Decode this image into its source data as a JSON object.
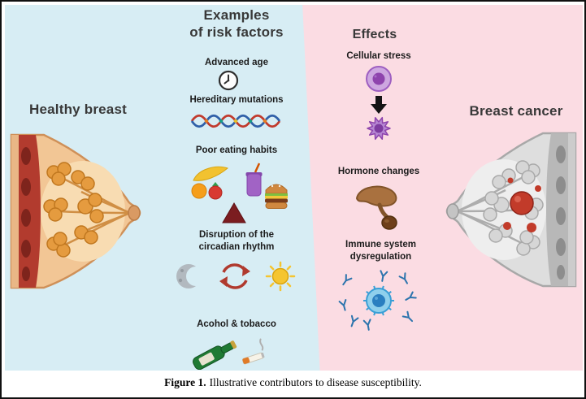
{
  "figure": {
    "caption": {
      "label": "Figure 1.",
      "text": "Illustrative contributors to disease susceptibility."
    }
  },
  "panels": {
    "left_title": "Healthy breast",
    "right_title": "Breast cancer"
  },
  "risk_factors": {
    "title": [
      "Examples",
      "of risk factors"
    ],
    "items": [
      {
        "label": "Advanced age",
        "icon": "clock-icon"
      },
      {
        "label": "Hereditary mutations",
        "icon": "dna-helix-icon"
      },
      {
        "label": "Poor eating habits",
        "icon": "junk-food-icon"
      },
      {
        "label": [
          "Disruption of the",
          "circadian rhythm"
        ],
        "icon": "circadian-cycle-icon"
      },
      {
        "label": "Acohol & tobacco",
        "icon": "bottle-cigarette-icon"
      }
    ]
  },
  "effects": {
    "title": "Effects",
    "items": [
      {
        "label": "Cellular stress",
        "icon": "stressed-cell-icon"
      },
      {
        "label": "Hormone changes",
        "icon": "hormone-gland-icon"
      },
      {
        "label": [
          "Immune system",
          "dysregulation"
        ],
        "icon": "immune-cell-antibody-icon"
      }
    ]
  },
  "colors": {
    "background_left": "#d7edf4",
    "background_right": "#fbdce3",
    "heading_text": "#383838",
    "dna_red": "#c13a2c",
    "dna_blue": "#2f5fa8",
    "cell_purple": "#8e44ad",
    "immune_blue": "#3a9fd6",
    "tumor_red": "#c23b2a",
    "bottle_green": "#1f7a33",
    "sun_yellow": "#f5c530",
    "cycle_red": "#b03a2e"
  }
}
